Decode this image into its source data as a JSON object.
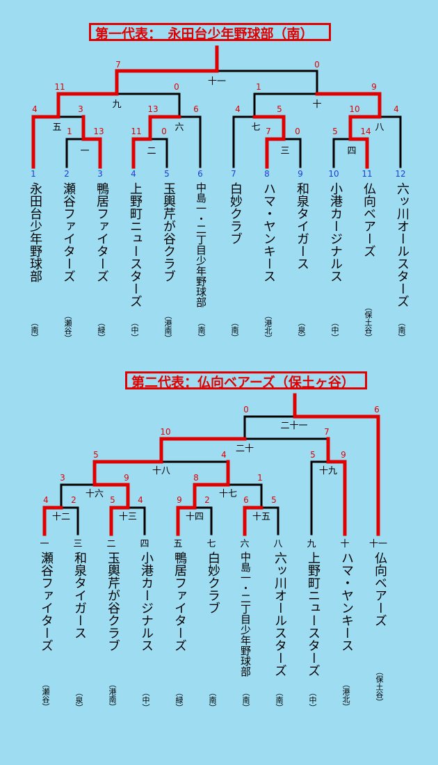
{
  "colors": {
    "background": "#9edcf2",
    "winner": "#e00000",
    "line": "#000000",
    "seed": "#1a3fd6"
  },
  "bracket1": {
    "title": "第一代表：　永田台少年野球部（南）",
    "teams": [
      {
        "seed": "1",
        "name": "永田台少年野球部",
        "area": "（南）"
      },
      {
        "seed": "2",
        "name": "瀬谷ファイターズ",
        "area": "（瀬谷）"
      },
      {
        "seed": "3",
        "name": "鴨居ファイターズ",
        "area": "（緑）"
      },
      {
        "seed": "4",
        "name": "上野町ニュースターズ",
        "area": "（中）"
      },
      {
        "seed": "5",
        "name": "玉輿芹が谷クラブ",
        "area": "（港南）"
      },
      {
        "seed": "6",
        "name": "中島一・二丁目少年野球部",
        "area": "（南）"
      },
      {
        "seed": "7",
        "name": "白妙クラブ",
        "area": "（南）"
      },
      {
        "seed": "8",
        "name": "ハマ・ヤンキース",
        "area": "（港北）"
      },
      {
        "seed": "9",
        "name": "和泉タイガース",
        "area": "（泉）"
      },
      {
        "seed": "10",
        "name": "小港カージナルス",
        "area": "（中）"
      },
      {
        "seed": "11",
        "name": "仏向ベアーズ",
        "area": "（保土谷）"
      },
      {
        "seed": "12",
        "name": "六ッ川オールスターズ",
        "area": "（南）"
      }
    ],
    "games": [
      {
        "name": "一",
        "scores": [
          "1",
          "13"
        ]
      },
      {
        "name": "二",
        "scores": [
          "11",
          "0"
        ]
      },
      {
        "name": "三",
        "scores": [
          "7",
          "0"
        ]
      },
      {
        "name": "四",
        "scores": [
          "5",
          "14"
        ]
      },
      {
        "name": "五",
        "scores": [
          "4",
          "3"
        ]
      },
      {
        "name": "六",
        "scores": [
          "13",
          "6"
        ]
      },
      {
        "name": "七",
        "scores": [
          "4",
          "5"
        ]
      },
      {
        "name": "八",
        "scores": [
          "10",
          "4"
        ]
      },
      {
        "name": "九",
        "scores": [
          "11",
          "0"
        ]
      },
      {
        "name": "十",
        "scores": [
          "1",
          "9"
        ]
      },
      {
        "name": "十一",
        "scores": [
          "7",
          "0"
        ]
      }
    ]
  },
  "bracket2": {
    "title": "第二代表：仏向ベアーズ（保土ヶ谷）",
    "teams": [
      {
        "slot": "一",
        "name": "瀬谷ファイターズ",
        "area": "（瀬谷）"
      },
      {
        "slot": "三",
        "name": "和泉タイガース",
        "area": "（泉）"
      },
      {
        "slot": "二",
        "name": "玉輿芹が谷クラブ",
        "area": "（港南）"
      },
      {
        "slot": "四",
        "name": "小港カージナルス",
        "area": "（中）"
      },
      {
        "slot": "五",
        "name": "鴨居ファイターズ",
        "area": "（緑）"
      },
      {
        "slot": "七",
        "name": "白妙クラブ",
        "area": "（南）"
      },
      {
        "slot": "六",
        "name": "中島一・二丁目少年野球部",
        "area": "（南）"
      },
      {
        "slot": "八",
        "name": "六ッ川オールスターズ",
        "area": "（南）"
      },
      {
        "slot": "九",
        "name": "上野町ニュースターズ",
        "area": "（中）"
      },
      {
        "slot": "十",
        "name": "ハマ・ヤンキース",
        "area": "（港北）"
      },
      {
        "slot": "十一",
        "name": "仏向ベアーズ",
        "area": "（保土谷）"
      }
    ],
    "games": [
      {
        "name": "十二",
        "scores": [
          "4",
          "2"
        ]
      },
      {
        "name": "十三",
        "scores": [
          "5",
          "4"
        ]
      },
      {
        "name": "十四",
        "scores": [
          "9",
          "2"
        ]
      },
      {
        "name": "十五",
        "scores": [
          "6",
          "5"
        ]
      },
      {
        "name": "十六",
        "scores": [
          "3",
          "9"
        ]
      },
      {
        "name": "十七",
        "scores": [
          "8",
          "1"
        ]
      },
      {
        "name": "十八",
        "scores": [
          "5",
          "4"
        ]
      },
      {
        "name": "十九",
        "scores": [
          "5",
          "9"
        ]
      },
      {
        "name": "二十",
        "scores": [
          "10",
          "7"
        ]
      },
      {
        "name": "二十一",
        "scores": [
          "0",
          "6"
        ]
      }
    ]
  }
}
